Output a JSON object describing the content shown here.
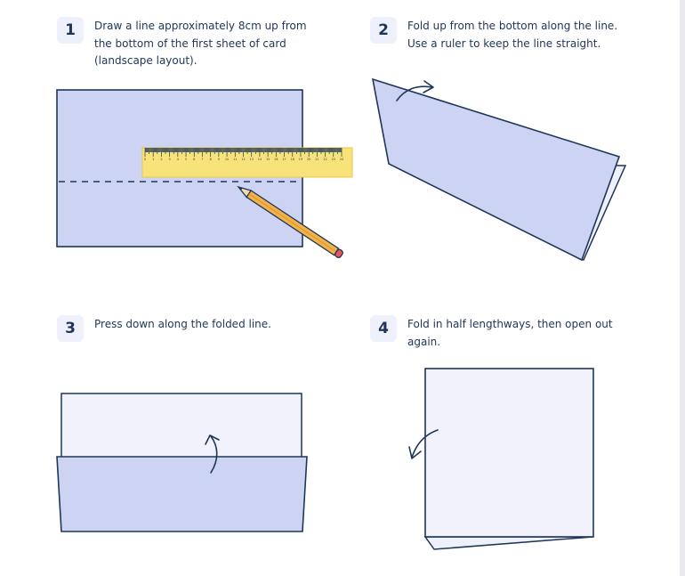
{
  "steps": [
    {
      "number": "1",
      "text": "Draw a line approximately 8cm up from the bottom of the first sheet of card (landscape layout)."
    },
    {
      "number": "2",
      "text": "Fold up from the bottom along the line. Use a ruler to keep the line straight."
    },
    {
      "number": "3",
      "text": "Press down along the folded line."
    },
    {
      "number": "4",
      "text": "Fold in half lengthways, then open out again."
    }
  ],
  "ruler": {
    "ticks": [
      "0",
      "1",
      "2",
      "3",
      "4",
      "5",
      "6",
      "7",
      "8",
      "9",
      "10",
      "11",
      "12",
      "13",
      "14",
      "15",
      "16",
      "17",
      "18",
      "19",
      "20",
      "21",
      "22",
      "23",
      "24"
    ]
  },
  "colors": {
    "card": "#cdd4f3",
    "card_light": "#f1f2fc",
    "outline": "#1e3657",
    "ruler": "#f8e27a",
    "pencil": "#f2b24a",
    "pencil_tip": "#e9545a"
  },
  "icons": [
    "ruler-icon",
    "pencil-icon",
    "curved-arrow-icon"
  ]
}
